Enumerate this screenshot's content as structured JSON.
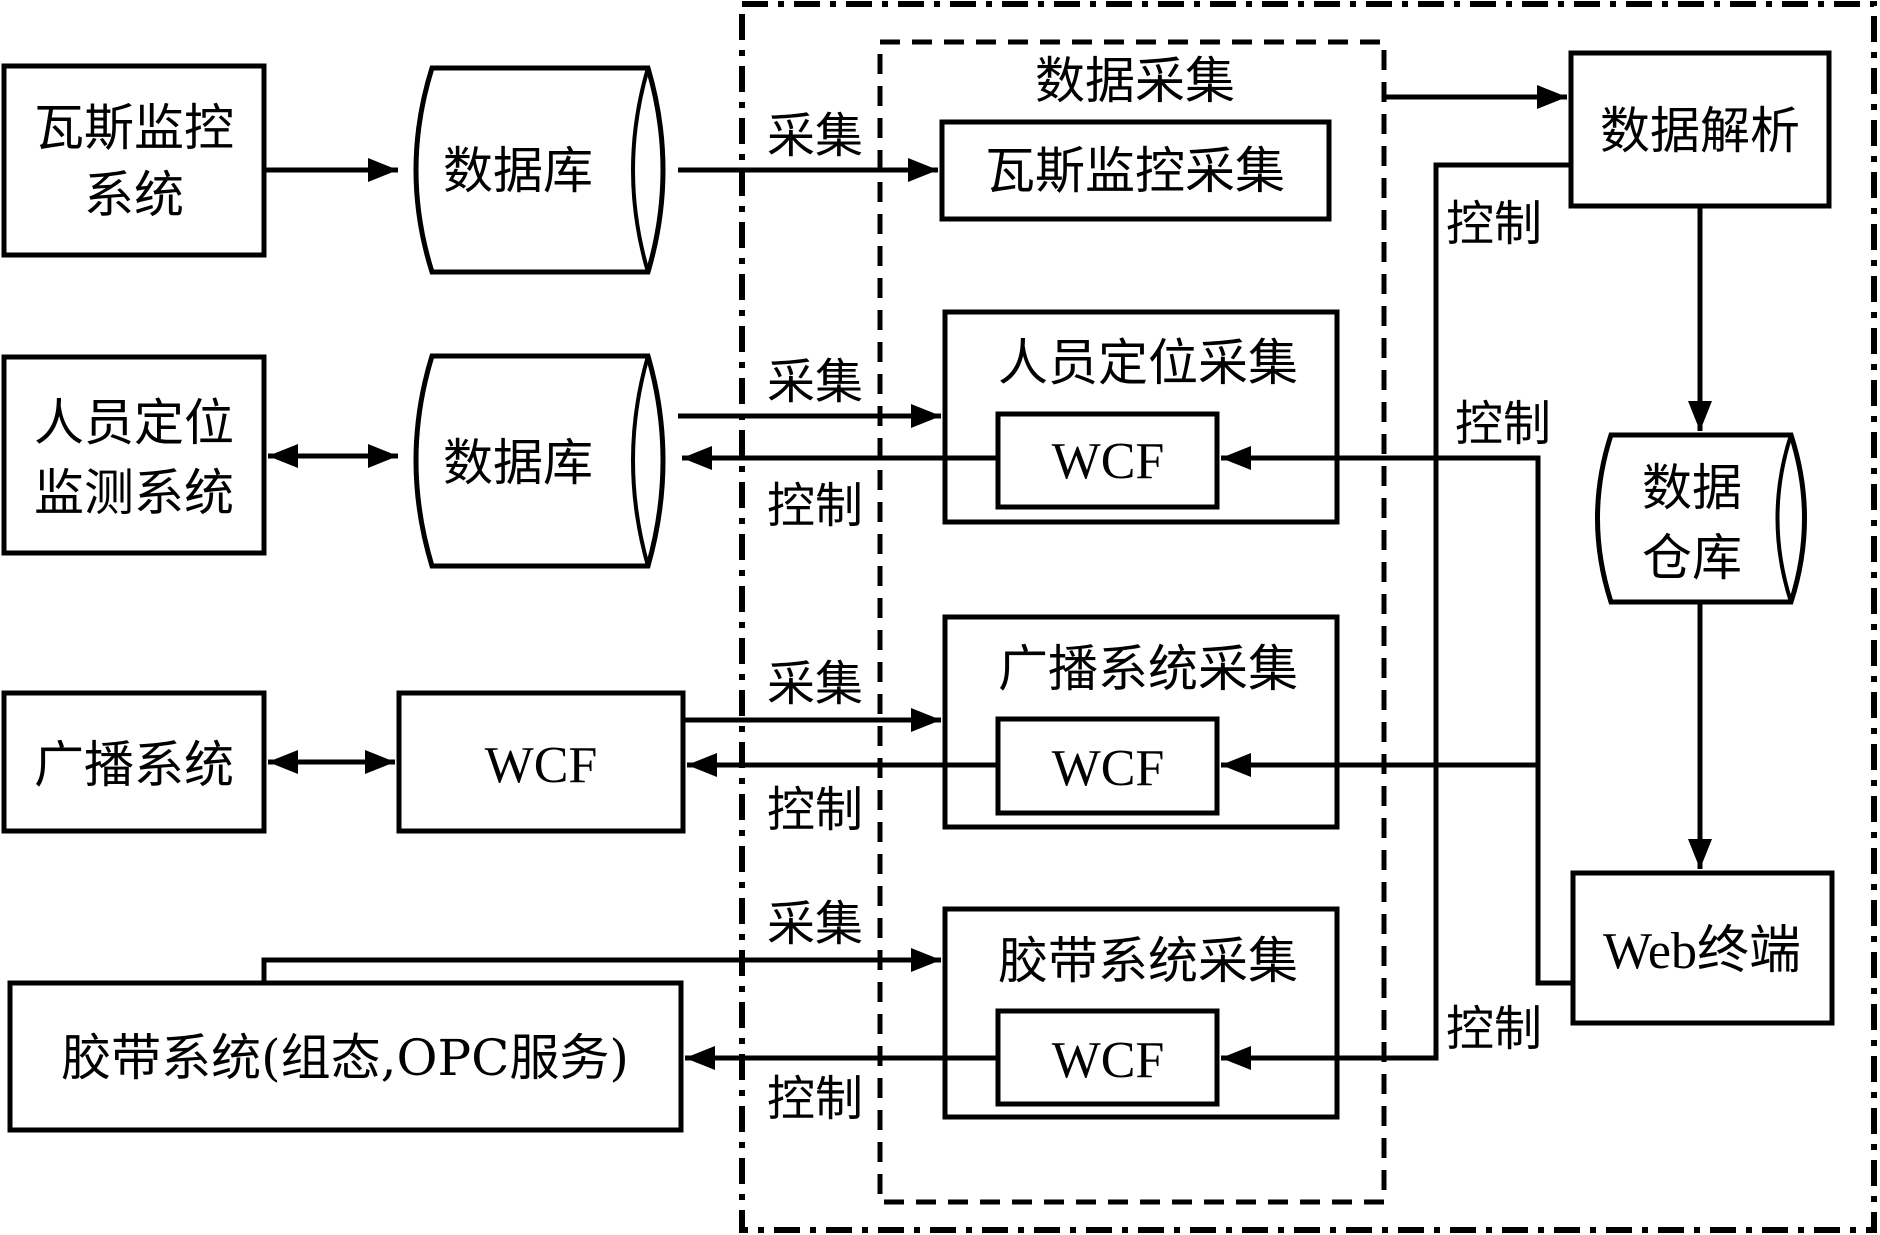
{
  "diagram": {
    "groups": {
      "outer_system": "",
      "data_collection": "数据采集"
    },
    "sources": {
      "gas_system": [
        "瓦斯监控",
        "系统"
      ],
      "personnel_system": [
        "人员定位",
        "监测系统"
      ],
      "broadcast_system": "广播系统",
      "belt_system": "胶带系统(组态,OPC服务)"
    },
    "intermediaries": {
      "db1": "数据库",
      "db2": "数据库",
      "wcf_broadcast": "WCF"
    },
    "collectors": {
      "gas_collect": "瓦斯监控采集",
      "personnel_collect": "人员定位采集",
      "personnel_wcf": "WCF",
      "broadcast_collect": "广播系统采集",
      "broadcast_wcf": "WCF",
      "belt_collect": "胶带系统采集",
      "belt_wcf": "WCF"
    },
    "processing": {
      "data_parse": "数据解析",
      "data_warehouse": [
        "数据",
        "仓库"
      ],
      "web_terminal": "Web终端"
    },
    "edge_labels": {
      "collect": "采集",
      "control": "控制"
    }
  }
}
